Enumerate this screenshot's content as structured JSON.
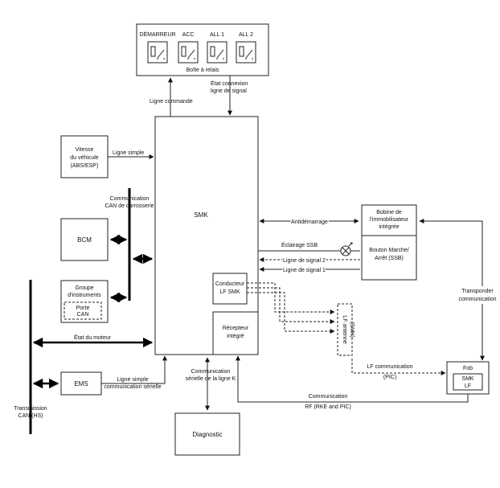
{
  "relay_box": {
    "labels": [
      "DÉMARREUR",
      "ACC",
      "ALL 1",
      "ALL 2"
    ],
    "title": "Boîte à relais"
  },
  "smk": {
    "label": "SMK"
  },
  "speed": {
    "lines": [
      "Vitesse",
      "du véhicule",
      "(ABS/ESP)"
    ]
  },
  "bcm": {
    "label": "BCM"
  },
  "cluster": {
    "lines": [
      "Groupe",
      "d'instruments"
    ],
    "inner": [
      "Porte",
      "CAN"
    ]
  },
  "ems": {
    "label": "EMS"
  },
  "diagnostic": {
    "label": "Diagnostic"
  },
  "lf_driver": {
    "lines": [
      "Conducteur",
      "LF SMK"
    ]
  },
  "receiver": {
    "lines": [
      "Récepteur",
      "intégré"
    ]
  },
  "immo_coil": {
    "lines": [
      "Bobine de",
      "l'immobilisateur",
      "intégrée"
    ]
  },
  "ssb": {
    "lines": [
      "Bouton Marche/",
      "Arrêt (SSB)"
    ]
  },
  "lf_antenna": {
    "lines": [
      "LF antenne",
      "(SMK)"
    ]
  },
  "fob": {
    "title": "Fob",
    "inner": [
      "SMK",
      "LF"
    ]
  },
  "signals": {
    "ligne_commande": "Ligne commande",
    "etat_connexion": [
      "État connexion",
      "ligne de signal"
    ],
    "ligne_simple": "Ligne simple",
    "can_carrosserie": [
      "Communication",
      "CAN de carrosserie"
    ],
    "antidemarrage": "Antidémarrage",
    "eclairage_ssb": "Éclairage SSB",
    "ligne_signal_2": "Ligne de signal 2",
    "ligne_signal_1": "Ligne de signal 1",
    "transponder": [
      "Transponder",
      "communication"
    ],
    "etat_moteur": "État du moteur",
    "ligne_simple_serie": [
      "Ligne simple",
      "communication sérielle"
    ],
    "serie_ligne_k": [
      "Communication",
      "sérielle de la ligne K"
    ],
    "lf_pic": [
      "LF communication",
      "(PIC)"
    ],
    "rf": [
      "Communication",
      "RF (RKE and PIC)"
    ],
    "can_hs": [
      "Transmission",
      "CAN (HS)"
    ]
  }
}
